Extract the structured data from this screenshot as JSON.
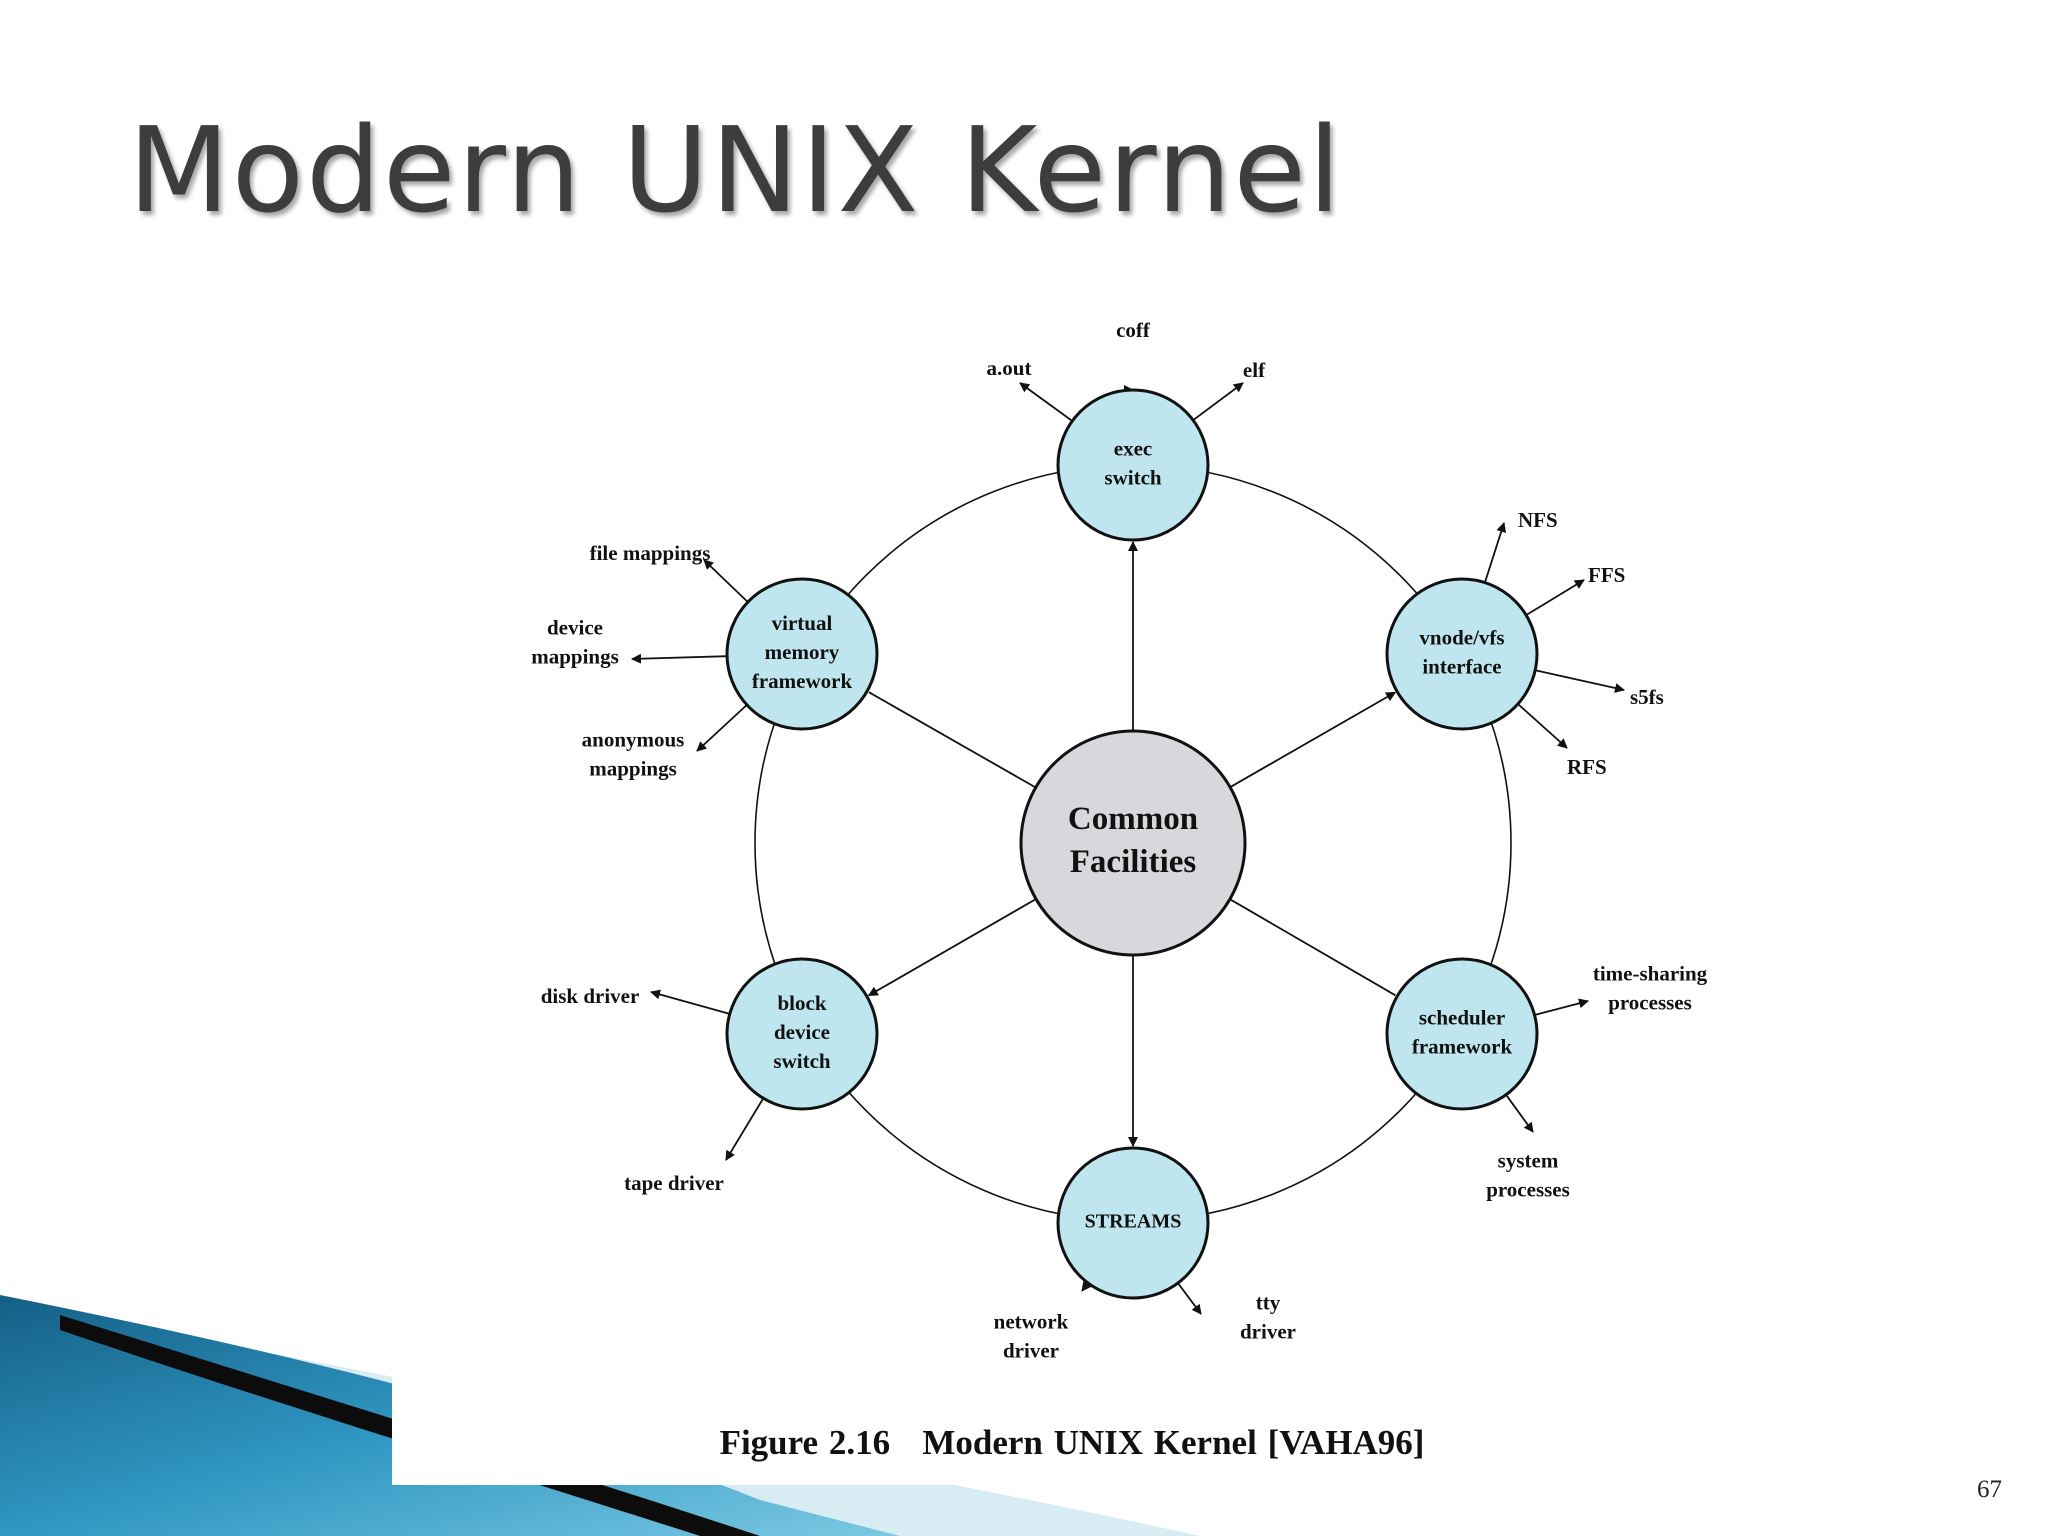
{
  "slide": {
    "title": "Modern UNIX Kernel",
    "page_number": "67"
  },
  "figure": {
    "caption": "Figure 2.16   Modern UNIX Kernel [VAHA96]",
    "colors": {
      "module_fill": "#bfe5ee",
      "center_fill": "#d9d7dc",
      "stroke": "#111111"
    },
    "center": {
      "lines": [
        "Common",
        "Facilities"
      ]
    },
    "modules": [
      {
        "id": "exec-switch",
        "lines": [
          "exec",
          "switch"
        ],
        "outputs": [
          {
            "lines": [
              "coff"
            ]
          },
          {
            "lines": [
              "a.out"
            ]
          },
          {
            "lines": [
              "elf"
            ]
          }
        ]
      },
      {
        "id": "vnode-vfs-interface",
        "lines": [
          "vnode/vfs",
          "interface"
        ],
        "outputs": [
          {
            "lines": [
              "NFS"
            ]
          },
          {
            "lines": [
              "FFS"
            ]
          },
          {
            "lines": [
              "s5fs"
            ]
          },
          {
            "lines": [
              "RFS"
            ]
          }
        ]
      },
      {
        "id": "scheduler-framework",
        "lines": [
          "scheduler",
          "framework"
        ],
        "outputs": [
          {
            "lines": [
              "time-sharing",
              "processes"
            ]
          },
          {
            "lines": [
              "system",
              "processes"
            ]
          }
        ]
      },
      {
        "id": "streams",
        "lines": [
          "STREAMS"
        ],
        "outputs": [
          {
            "lines": [
              "network",
              "driver"
            ]
          },
          {
            "lines": [
              "tty",
              "driver"
            ]
          }
        ]
      },
      {
        "id": "block-device-switch",
        "lines": [
          "block",
          "device",
          "switch"
        ],
        "outputs": [
          {
            "lines": [
              "disk driver"
            ]
          },
          {
            "lines": [
              "tape driver"
            ]
          }
        ]
      },
      {
        "id": "virtual-memory-framework",
        "lines": [
          "virtual",
          "memory",
          "framework"
        ],
        "outputs": [
          {
            "lines": [
              "file mappings"
            ]
          },
          {
            "lines": [
              "device",
              "mappings"
            ]
          },
          {
            "lines": [
              "anonymous",
              "mappings"
            ]
          }
        ]
      }
    ],
    "connections": [
      {
        "module": "exec-switch",
        "arrow": true
      },
      {
        "module": "vnode-vfs-interface",
        "arrow": true
      },
      {
        "module": "scheduler-framework",
        "arrow": false
      },
      {
        "module": "streams",
        "arrow": true
      },
      {
        "module": "block-device-switch",
        "arrow": true
      },
      {
        "module": "virtual-memory-framework",
        "arrow": false
      }
    ]
  }
}
